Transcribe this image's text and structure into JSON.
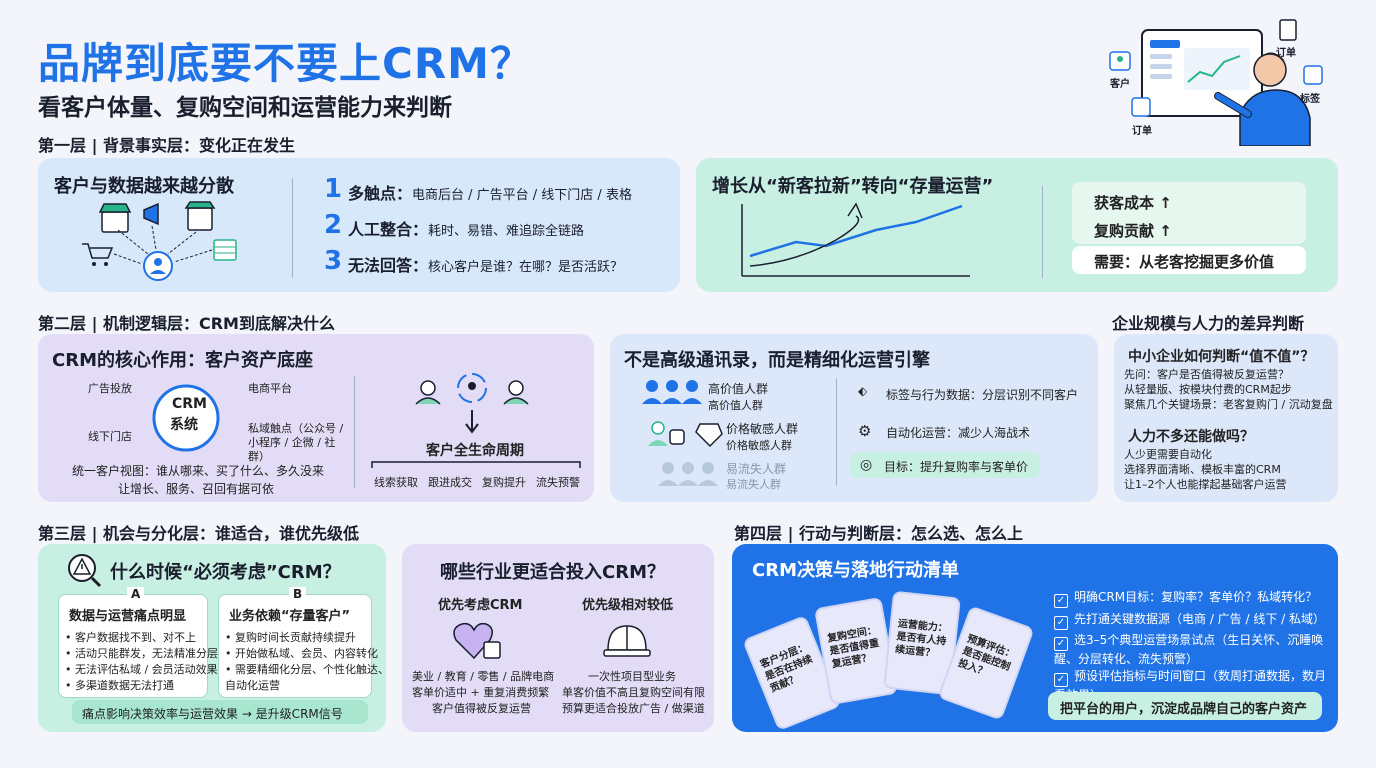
{
  "header": {
    "title": "品牌到底要不要上CRM？",
    "subtitle": "看客户体量、复购空间和运营能力来判断"
  },
  "hero_illustration": {
    "labels": [
      "客户",
      "订单",
      "标签",
      "订单"
    ]
  },
  "layer1": {
    "label": "第一层 | 背景事实层：变化正在发生",
    "left_card": {
      "title": "客户与数据越来越分散",
      "points": [
        {
          "num": "1",
          "head": "多触点：",
          "desc": "电商后台 / 广告平台 / 线下门店 / 表格"
        },
        {
          "num": "2",
          "head": "人工整合：",
          "desc": "耗时、易错、难追踪全链路"
        },
        {
          "num": "3",
          "head": "无法回答：",
          "desc": "核心客户是谁？在哪？是否活跃？"
        }
      ]
    },
    "right_card": {
      "title": "增长从“新客拉新”转向“存量运营”",
      "stats": [
        "获客成本 ↑",
        "复购贡献 ↑"
      ],
      "need": "需要：从老客挖掘更多价值"
    }
  },
  "layer2": {
    "label": "第二层 | 机制逻辑层：CRM到底解决什么",
    "side_label": "企业规模与人力的差异判断",
    "core_card": {
      "title": "CRM的核心作用：客户资产底座",
      "center": [
        "CRM",
        "系统"
      ],
      "sources": [
        "广告投放",
        "电商平台",
        "线下门店",
        "私域触点（公众号 / 小程序 / 企微 / 社群）"
      ],
      "summary": [
        "统一客户视图：谁从哪来、买了什么、多久没来",
        "让增长、服务、召回有据可依"
      ],
      "lifecycle_title": "客户全生命周期",
      "lifecycle": [
        "线索获取",
        "跟进成交",
        "复购提升",
        "流失预警"
      ]
    },
    "engine_card": {
      "title": "不是高级通讯录，而是精细化运营引擎",
      "segments": [
        {
          "name": "高价值人群",
          "sub": "高价值人群"
        },
        {
          "name": "价格敏感人群",
          "sub": "价格敏感人群"
        },
        {
          "name": "易流失人群",
          "sub": "易流失人群"
        }
      ],
      "features": [
        "标签与行为数据：分层识别不同客户",
        "自动化运营：减少人海战术",
        "目标：提升复购率与客单价"
      ]
    },
    "scale_card": {
      "q1": "中小企业如何判断“值不值”？",
      "q1_lines": [
        "先问：客户是否值得被反复运营？",
        "从轻量版、按模块付费的CRM起步",
        "聚焦几个关键场景：老客复购门 / 沉动复盘"
      ],
      "q2": "人力不多还能做吗？",
      "q2_lines": [
        "人少更需要自动化",
        "选择界面清晰、模板丰富的CRM",
        "让1–2个人也能撑起基础客户运营"
      ]
    }
  },
  "layer3": {
    "label": "第三层 | 机会与分化层：谁适合，谁优先级低",
    "when_card": {
      "title": "什么时候“必须考虑”CRM？",
      "a_title": "数据与运营痛点明显",
      "a_lines": [
        "• 客户数据找不到、对不上",
        "• 活动只能群发，无法精准分层",
        "• 无法评估私域 / 会员活动效果",
        "• 多渠道数据无法打通"
      ],
      "b_title": "业务依赖“存量客户”",
      "b_lines": [
        "• 复购时间长贡献持续提升",
        "• 开始做私域、会员、内容转化",
        "• 需要精细化分层、个性化触达、",
        "  自动化运营"
      ],
      "footer": "痛点影响决策效率与运营效果 → 是升级CRM信号",
      "badge_a": "A",
      "badge_b": "B"
    },
    "industry_card": {
      "title": "哪些行业更适合投入CRM？",
      "priority": "优先考虑CRM",
      "low": "优先级相对较低",
      "priority_lines": [
        "美业 / 教育 / 零售 / 品牌电商",
        "客单价适中 + 重复消费频繁",
        "客户值得被反复运营"
      ],
      "low_lines": [
        "一次性项目型业务",
        "单客价值不高且复购空间有限",
        "预算更适合投放广告 / 做渠道"
      ]
    }
  },
  "layer4": {
    "label": "第四层 | 行动与判断层：怎么选、怎么上",
    "card": {
      "title": "CRM决策与落地行动清单",
      "cards": [
        "客户分层：是否在持续贡献？",
        "复购空间：是否值得重复运营？",
        "运营能力：是否有人持续运营？",
        "预算评估：是否能控制投入？"
      ],
      "checklist": [
        "明确CRM目标：复购率？客单价？私域转化？",
        "先打通关键数据源（电商 / 广告 / 线下 / 私域）",
        "选3–5个典型运营场景试点（生日关怀、沉睡唤醒、分层转化、流失预警）",
        "预设评估指标与时间窗口（数周打通数据，数月看效果）"
      ],
      "footer": "把平台的用户，沉淀成品牌自己的客户资产"
    }
  },
  "colors": {
    "accent": "#1f73e6",
    "green_card": "#c8f0e2",
    "purple_card": "#e2dcf6",
    "blue_card": "#d8e8fb"
  }
}
